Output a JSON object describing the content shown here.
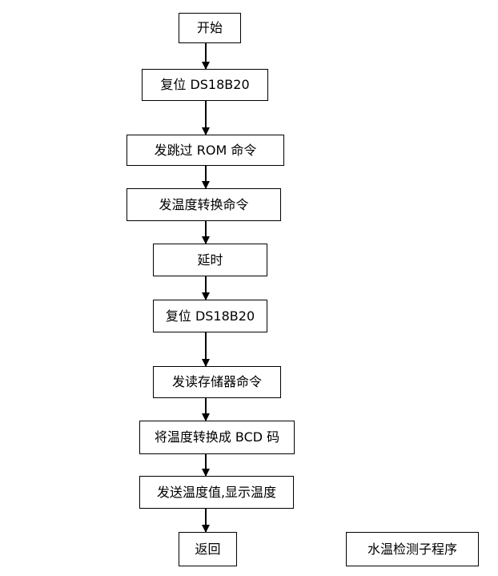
{
  "diagram": {
    "steps": [
      {
        "id": "start",
        "label": "开始"
      },
      {
        "id": "reset1",
        "label": "复位 DS18B20"
      },
      {
        "id": "skip-rom",
        "label": "发跳过 ROM 命令"
      },
      {
        "id": "convert-cmd",
        "label": "发温度转换命令"
      },
      {
        "id": "delay",
        "label": "延时"
      },
      {
        "id": "reset2",
        "label": "复位 DS18B20"
      },
      {
        "id": "read-memory",
        "label": "发读存储器命令"
      },
      {
        "id": "to-bcd",
        "label": "将温度转换成 BCD 码"
      },
      {
        "id": "send-display",
        "label": "发送温度值,显示温度"
      },
      {
        "id": "return",
        "label": "返回"
      }
    ],
    "caption": "水温检测子程序",
    "colors": {
      "stroke": "#000000",
      "fill": "#ffffff",
      "text": "#000000"
    }
  }
}
